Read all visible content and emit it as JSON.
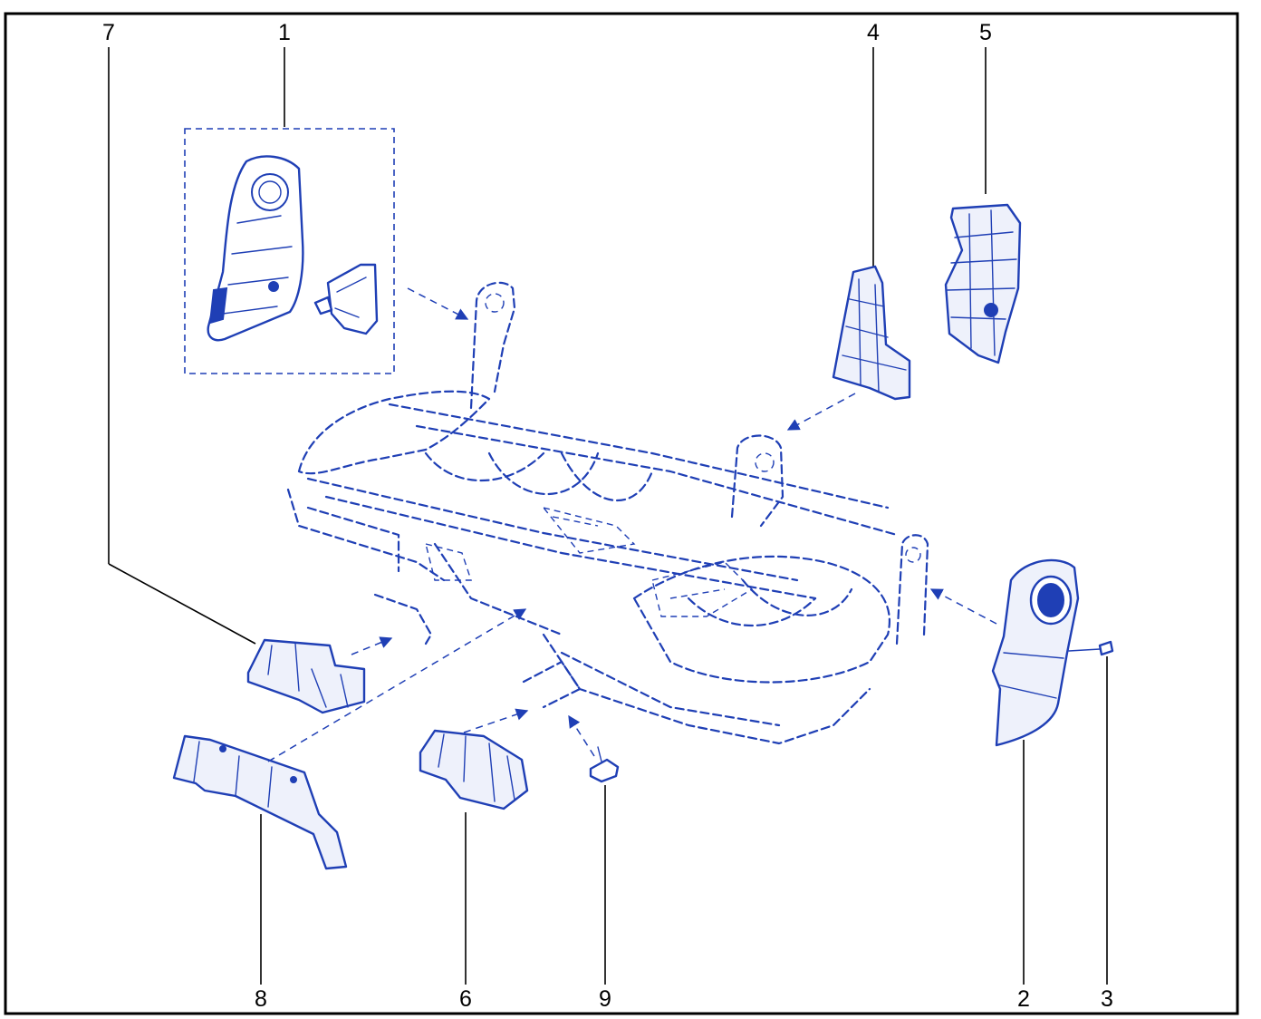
{
  "diagram": {
    "callouts": [
      {
        "id": "c1",
        "label": "1"
      },
      {
        "id": "c2",
        "label": "2"
      },
      {
        "id": "c3",
        "label": "3"
      },
      {
        "id": "c4",
        "label": "4"
      },
      {
        "id": "c5",
        "label": "5"
      },
      {
        "id": "c6",
        "label": "6"
      },
      {
        "id": "c7",
        "label": "7"
      },
      {
        "id": "c8",
        "label": "8"
      },
      {
        "id": "c9",
        "label": "9"
      }
    ],
    "colors": {
      "line_art": "#1f3fb5",
      "callout_text": "#000000",
      "frame": "#000000"
    }
  }
}
